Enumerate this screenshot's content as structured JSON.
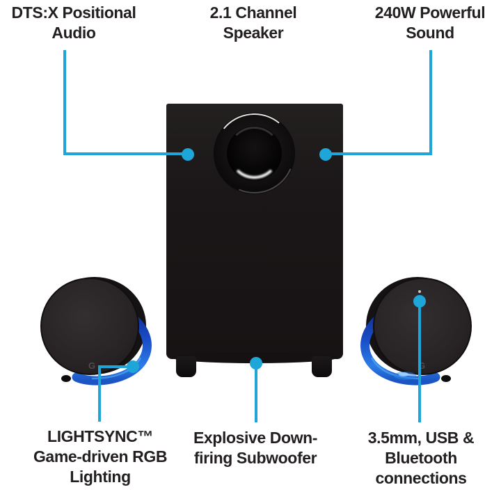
{
  "colors": {
    "background": "#ffffff",
    "accent": "#1ea6d9",
    "text": "#231f20",
    "product_black": "#1b1718",
    "lightsync_blue": "#1d55cc"
  },
  "callouts": {
    "dts": {
      "lines": [
        "DTS:X Positional",
        "Audio"
      ]
    },
    "channel": {
      "lines": [
        "2.1 Channel",
        "Speaker"
      ]
    },
    "watt": {
      "lines": [
        "240W Powerful",
        "Sound"
      ]
    },
    "lightsync": {
      "lines": [
        "LIGHTSYNC™",
        "Game-driven RGB",
        "Lighting"
      ]
    },
    "subwoofer": {
      "lines": [
        "Explosive Down-",
        "firing Subwoofer"
      ]
    },
    "connections": {
      "lines": [
        "3.5mm, USB &",
        "Bluetooth",
        "connections"
      ]
    }
  },
  "product": {
    "g_logo_glyph": "G"
  }
}
